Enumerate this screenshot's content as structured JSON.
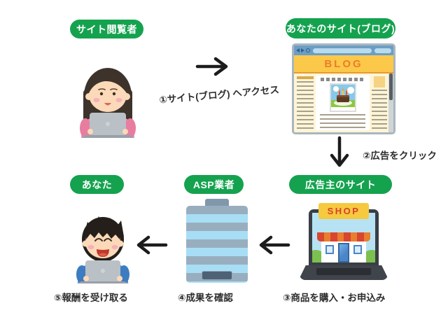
{
  "diagram_title": "affiliate-flow-diagram",
  "colors": {
    "label_green": "#15a24f",
    "arrow_black": "#1c1c1c",
    "caption_text": "#2d2d2d",
    "blog_header_yellow": "#fbc84a",
    "blog_title_orange": "#ed7c28",
    "shop_sign_yellow": "#f6c93e",
    "shop_text_red": "#d6402c"
  },
  "nodes": {
    "site_visitor": {
      "label": "サイト閲覧者"
    },
    "your_site": {
      "label": "あなたのサイト(ブログ)"
    },
    "advertiser_site": {
      "label": "広告主のサイト"
    },
    "asp": {
      "label": "ASP業者"
    },
    "you": {
      "label": "あなた"
    }
  },
  "steps": [
    {
      "id": 1,
      "label": "①サイト(ブログ) へアクセス"
    },
    {
      "id": 2,
      "label": "②広告をクリック"
    },
    {
      "id": 3,
      "label": "③商品を購入・お申込み"
    },
    {
      "id": 4,
      "label": "④成果を確認"
    },
    {
      "id": 5,
      "label": "⑤報酬を受け取る"
    }
  ],
  "illustrations": {
    "blog": {
      "title": "BLOG"
    },
    "shop": {
      "sign": "SHOP"
    }
  }
}
